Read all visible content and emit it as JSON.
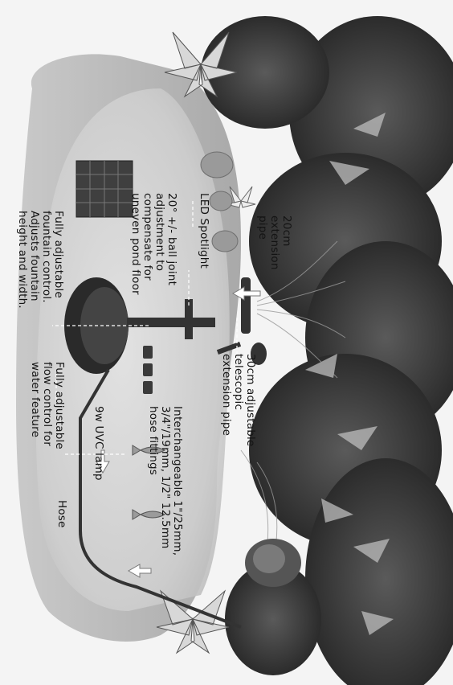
{
  "labels": {
    "extension_pipe": [
      "20cm",
      "extension",
      "pipe"
    ],
    "led_spotlight": "LED Spotlight",
    "ball_joint": [
      "20° +/- ball joint",
      "adjustment to",
      "compensate for",
      "uneven pond floor"
    ],
    "fountain_control": [
      "Fully adjustable",
      "fountain control.",
      "Adjusts fountain",
      "height and width."
    ],
    "telescopic_pipe": [
      "30cm adjustable",
      "telescopic",
      "extension pipe"
    ],
    "hose_fittings": [
      "Interchangeable 1\"/25mm,",
      "3/4\"/19mm, 1/2\" 12.5mm",
      "hose fittings"
    ],
    "uvc_lamp": "9w UVC lamp",
    "flow_control": [
      "Fully adjustable",
      "flow control for",
      "water feature"
    ],
    "hose": "Hose"
  },
  "colors": {
    "ink": "#141414",
    "pond": "#cfcfcf",
    "foliage": "#3a3a3a"
  },
  "icons": [
    "lily-flower-icon",
    "lily-pad-icon",
    "fish-icon",
    "frog-statue-icon",
    "solar-panel-icon",
    "pump-icon",
    "flow-arrow-icon"
  ]
}
